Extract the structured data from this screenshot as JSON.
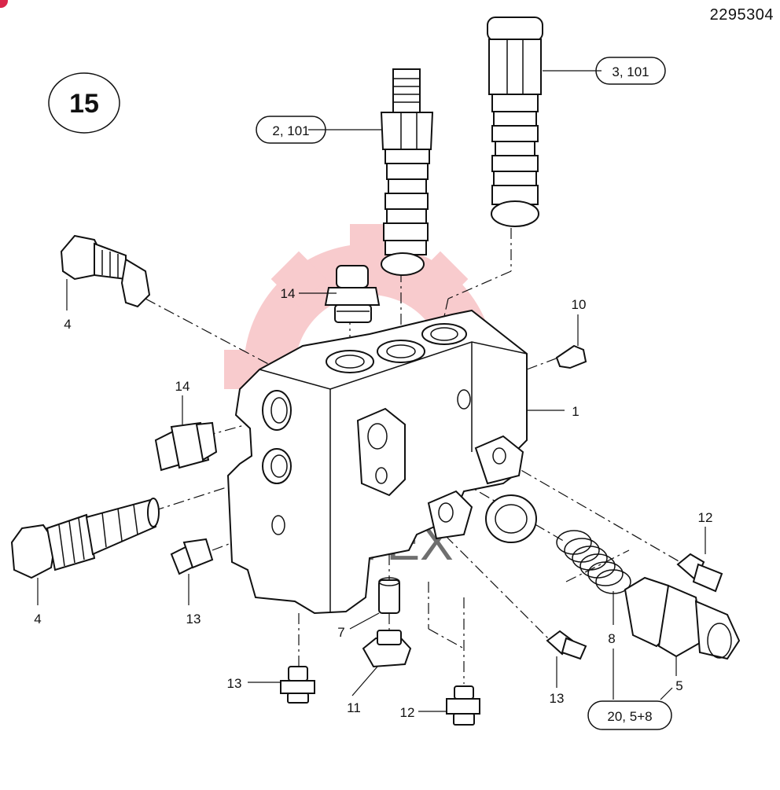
{
  "document_number": "2295304",
  "diagram_number": "15",
  "watermark_text": "ИНТЕХ",
  "watermark_color": "#e8474f",
  "callouts": {
    "c1": "1",
    "c4a": "4",
    "c4b": "4",
    "c5": "5",
    "c7": "7",
    "c8": "8",
    "c10": "10",
    "c11": "11",
    "c12a": "12",
    "c12b": "12",
    "c13a": "13",
    "c13b": "13",
    "c13c": "13",
    "c14a": "14",
    "c14b": "14"
  },
  "pill_labels": {
    "p2": "2, 101",
    "p3": "3, 101",
    "p20": "20, 5+8"
  }
}
